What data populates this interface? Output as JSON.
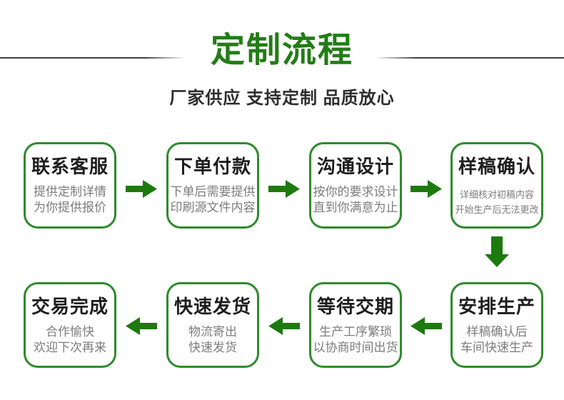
{
  "header": {
    "title": "定制流程",
    "subtitle": "厂家供应 支持定制 品质放心"
  },
  "flow": {
    "steps": [
      {
        "title": "联系客服",
        "line1": "提供定制详情",
        "line2": "为你提供报价"
      },
      {
        "title": "下单付款",
        "line1": "下单后需要提供",
        "line2": "印刷源文件内容"
      },
      {
        "title": "沟通设计",
        "line1": "按你的要求设计",
        "line2": "直到你满意为止"
      },
      {
        "title": "样稿确认",
        "line1": "详细核对初稿内容",
        "line2": "开始生产后无法更改"
      },
      {
        "title": "安排生产",
        "line1": "样稿确认后",
        "line2": "车间快速生产"
      },
      {
        "title": "等待交期",
        "line1": "生产工序繁琐",
        "line2": "以协商时间出货"
      },
      {
        "title": "快速发货",
        "line1": "物流寄出",
        "line2": "快速发货"
      },
      {
        "title": "交易完成",
        "line1": "合作愉快",
        "line2": "欢迎下次再来"
      }
    ]
  },
  "icons": {
    "arrow_right": "arrow-right-icon",
    "arrow_left": "arrow-left-icon",
    "arrow_down": "arrow-down-icon"
  },
  "colors": {
    "background": "#ffffff",
    "title_green": "#237c17",
    "arrow_green": "#1d7a0e",
    "box_border_green": "#2e8b2c",
    "box_title_text": "#1d1d1d",
    "box_subtitle_text": "#7c7c7c",
    "subtitle_text": "#2d2d2d",
    "divider_line": "#3f3f3f"
  }
}
